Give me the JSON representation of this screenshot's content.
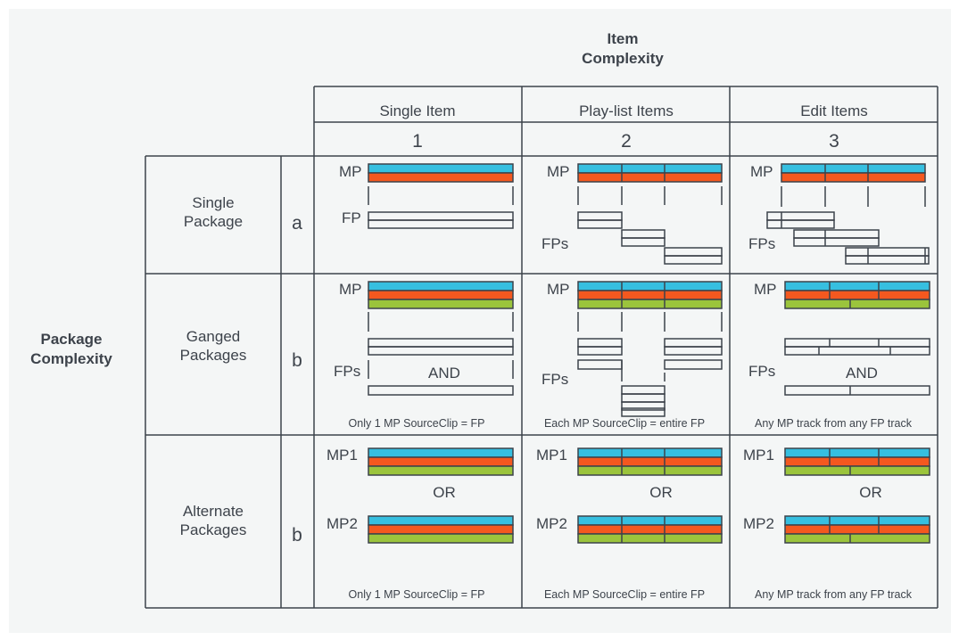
{
  "top_header": {
    "line1": "Item",
    "line2": "Complexity"
  },
  "side_header": {
    "line1": "Package",
    "line2": "Complexity"
  },
  "columns": [
    {
      "label": "Single Item",
      "number": "1"
    },
    {
      "label": "Play-list Items",
      "number": "2"
    },
    {
      "label": "Edit Items",
      "number": "3"
    }
  ],
  "rows": [
    {
      "label_line1": "Single",
      "label_line2": "Package",
      "letter": "a"
    },
    {
      "label_line1": "Ganged",
      "label_line2": "Packages",
      "letter": "b"
    },
    {
      "label_line1": "Alternate",
      "label_line2": "Packages",
      "letter": "b"
    }
  ],
  "cells": {
    "a1": {
      "mp": "MP",
      "fp": "FP"
    },
    "a2": {
      "mp": "MP",
      "fp": "FPs"
    },
    "a3": {
      "mp": "MP",
      "fp": "FPs"
    },
    "b1": {
      "mp": "MP",
      "fp": "FPs",
      "and": "AND",
      "caption": "Only 1 MP SourceClip = FP"
    },
    "b2": {
      "mp": "MP",
      "fp": "FPs",
      "caption": "Each MP SourceClip = entire FP"
    },
    "b3": {
      "mp": "MP",
      "fp": "FPs",
      "and": "AND",
      "caption": "Any MP track from any FP track"
    },
    "c1": {
      "mp1": "MP1",
      "or": "OR",
      "mp2": "MP2",
      "caption": "Only 1 MP SourceClip = FP"
    },
    "c2": {
      "mp1": "MP1",
      "or": "OR",
      "mp2": "MP2",
      "caption": "Each MP SourceClip = entire FP"
    },
    "c3": {
      "mp1": "MP1",
      "or": "OR",
      "mp2": "MP2",
      "caption": "Any MP track from any FP track"
    }
  },
  "colors": {
    "background": "#f4f6f6",
    "lines": "#3d434b",
    "track_blue": "#36bfe0",
    "track_red": "#f4581f",
    "track_green": "#9bc43c"
  }
}
